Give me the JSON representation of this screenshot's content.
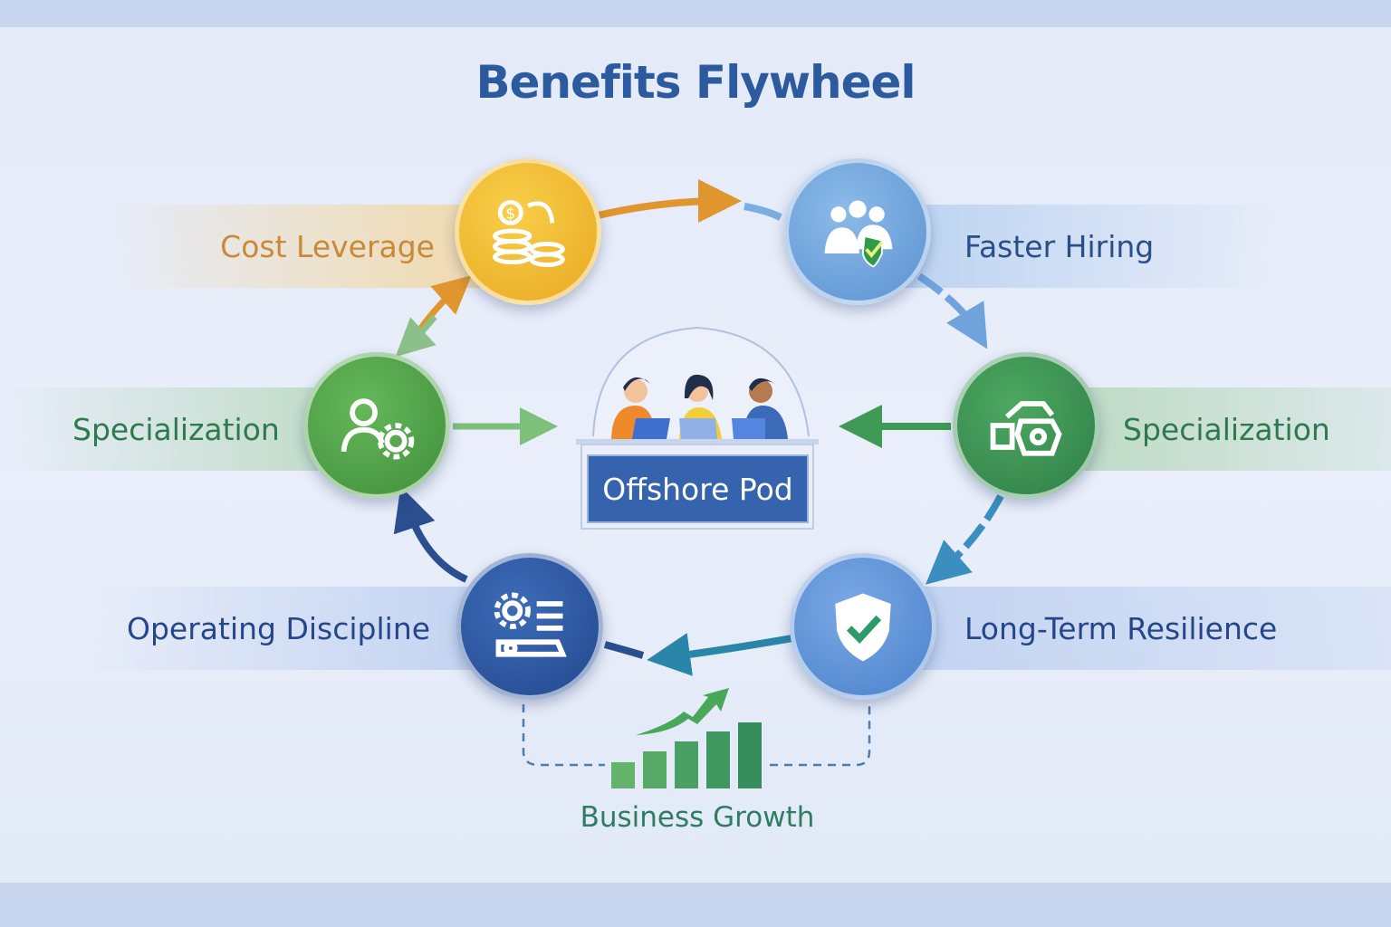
{
  "title": "Benefits Flywheel",
  "center": {
    "label": "Offshore Pod"
  },
  "nodes": [
    {
      "label": "Cost Leverage",
      "icon": "coins-dollar-icon",
      "color": "#f0b429"
    },
    {
      "label": "Faster Hiring",
      "icon": "team-check-icon",
      "color": "#6fa3dc"
    },
    {
      "label": "Specialization",
      "icon": "person-gear-icon",
      "color": "#4a9e4a"
    },
    {
      "label": "Specialization",
      "icon": "tools-icon",
      "color": "#3a8f4f"
    },
    {
      "label": "Operating Discipline",
      "icon": "gear-checklist-icon",
      "color": "#2f5aa0"
    },
    {
      "label": "Long-Term Resilience",
      "icon": "shield-check-icon",
      "color": "#5a8fd6"
    }
  ],
  "growth": {
    "label": "Business Growth",
    "icon": "bar-chart-up-icon",
    "bars": [
      1,
      2,
      3,
      4,
      5
    ]
  }
}
